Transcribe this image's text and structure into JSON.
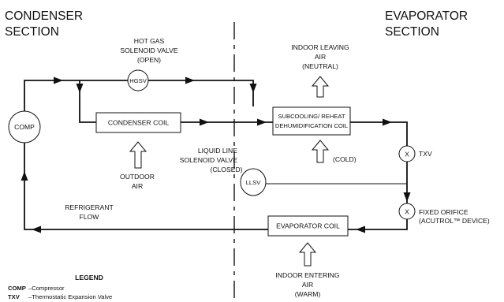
{
  "sections": {
    "condenser": [
      "CONDENSER",
      "SECTION"
    ],
    "evaporator": [
      "EVAPORATOR",
      "SECTION"
    ]
  },
  "components": {
    "comp": "COMP",
    "hgsv": "HGSV",
    "llsv": "LLSV",
    "condenser_coil": "CONDENSER COIL",
    "subcooling_coil": [
      "SUBCOOLING/ REHEAT",
      "DEHUMIDIFICATION COIL"
    ],
    "txv_symbol": "X",
    "txv_label": "TXV",
    "fixed_symbol": "X",
    "fixed_label": [
      "FIXED ORIFICE",
      "(ACUTROL™ DEVICE)"
    ],
    "evaporator_coil": "EVAPORATOR COIL"
  },
  "labels": {
    "hot_gas": [
      "HOT GAS",
      "SOLENOID VALVE",
      "(OPEN)"
    ],
    "indoor_leaving": [
      "INDOOR LEAVING",
      "AIR",
      "(NEUTRAL)"
    ],
    "outdoor_air": [
      "OUTDOOR",
      "AIR"
    ],
    "liquid_line": [
      "LIQUID LINE",
      "SOLENOID VALVE",
      "(CLOSED)"
    ],
    "cold": "(COLD)",
    "refrigerant_flow": [
      "REFRIGERANT",
      "FLOW"
    ],
    "indoor_entering": [
      "INDOOR ENTERING",
      "AIR",
      "(WARM)"
    ]
  },
  "legend": {
    "title": "LEGEND",
    "entries": [
      {
        "abbr": "COMP",
        "desc": "–Compressor"
      },
      {
        "abbr": "TXV",
        "desc": "–Thermostatic Expansion Valve"
      }
    ]
  }
}
